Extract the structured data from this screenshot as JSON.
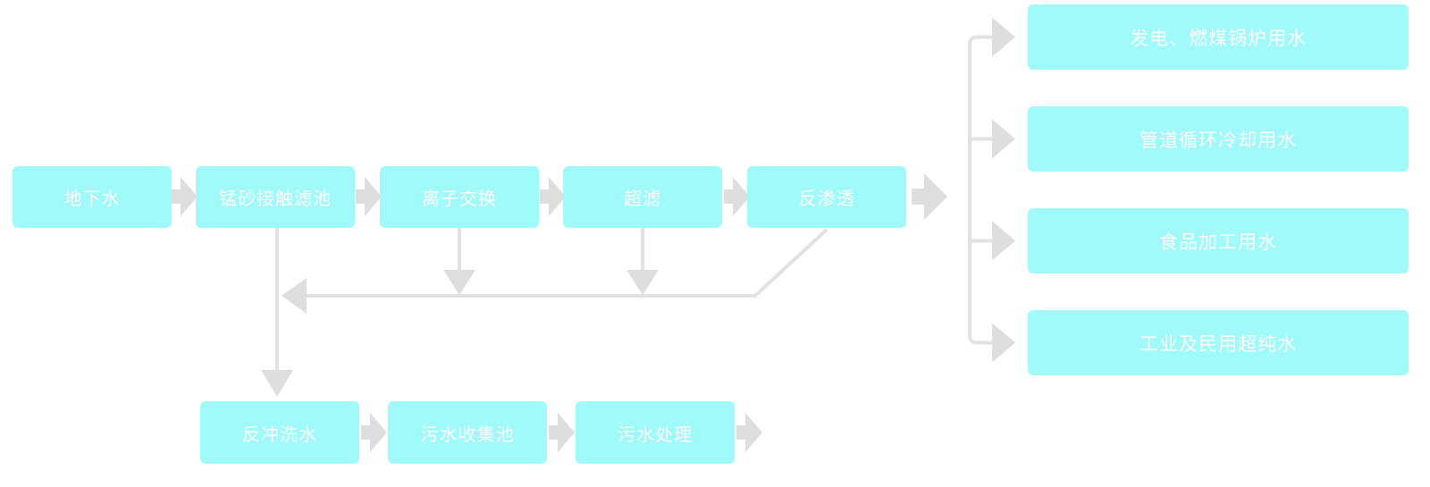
{
  "colors": {
    "node_fill": "#A0FAFA",
    "node_text": "#FFFFFF",
    "connector": "#E2E2E2",
    "arrow_fill": "#DEDEDE"
  },
  "main_flow": {
    "nodes": [
      "地下水",
      "锰砂接触滤池",
      "离子交换",
      "超滤",
      "反渗透"
    ]
  },
  "outputs": {
    "nodes": [
      "发电、燃煤锅炉用水",
      "管道循环冷却用水",
      "食品加工用水",
      "工业及民用超纯水"
    ]
  },
  "drain_flow": {
    "nodes": [
      "反冲洗水",
      "污水收集池",
      "污水处理"
    ]
  }
}
